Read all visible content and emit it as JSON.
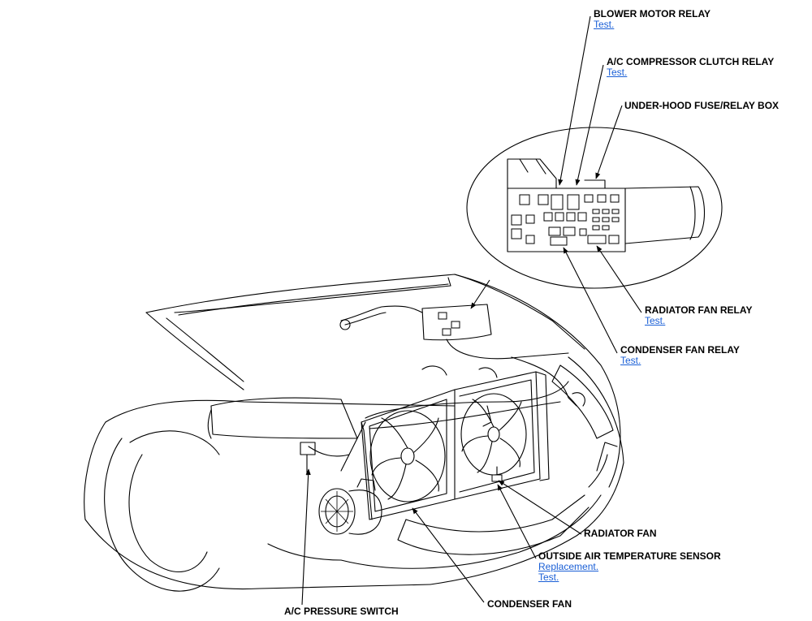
{
  "callouts": {
    "blower_motor_relay": {
      "label": "BLOWER MOTOR RELAY",
      "link": "Test."
    },
    "ac_compressor_clutch_relay": {
      "label": "A/C COMPRESSOR CLUTCH RELAY",
      "link": "Test."
    },
    "under_hood_fuse_relay_box": {
      "label": "UNDER-HOOD FUSE/RELAY BOX"
    },
    "radiator_fan_relay": {
      "label": "RADIATOR FAN RELAY",
      "link": "Test."
    },
    "condenser_fan_relay": {
      "label": "CONDENSER FAN RELAY",
      "link": "Test."
    },
    "radiator_fan": {
      "label": "RADIATOR FAN"
    },
    "outside_air_temperature_sensor": {
      "label": "OUTSIDE AIR TEMPERATURE SENSOR",
      "links": [
        "Replacement.",
        "Test."
      ]
    },
    "condenser_fan": {
      "label": "CONDENSER FAN"
    },
    "ac_pressure_switch": {
      "label": "A/C PRESSURE SWITCH"
    }
  },
  "colors": {
    "link": "#1a5fd6",
    "line": "#000000",
    "background": "#ffffff"
  }
}
